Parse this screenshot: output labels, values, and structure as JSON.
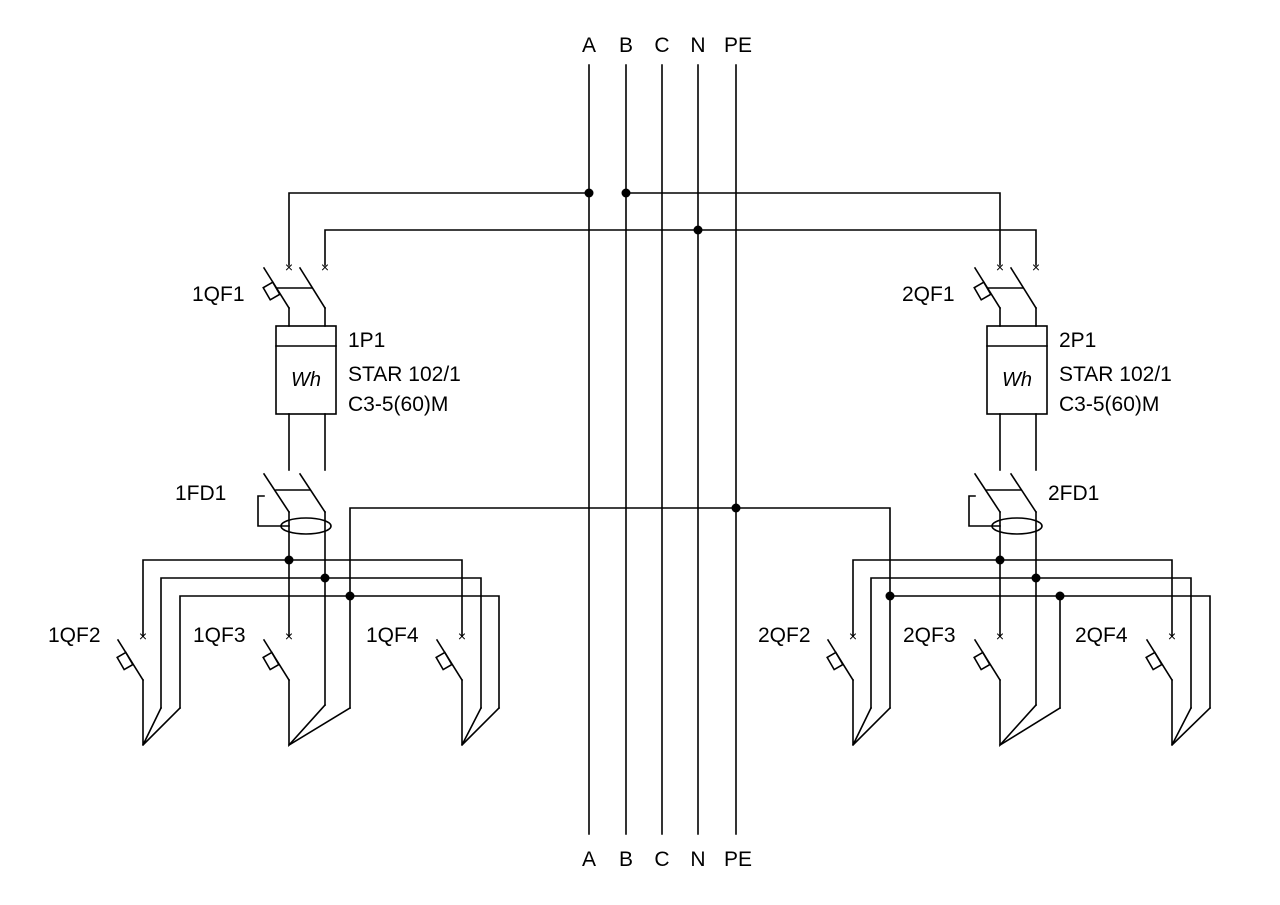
{
  "bus": {
    "top": [
      "A",
      "B",
      "C",
      "N",
      "PE"
    ],
    "bottom": [
      "A",
      "B",
      "C",
      "N",
      "PE"
    ]
  },
  "left": {
    "main_breaker": "1QF1",
    "meter": {
      "id": "1P1",
      "model": "STAR 102/1",
      "spec": "C3-5(60)M",
      "symbol": "Wh"
    },
    "rcd": "1FD1",
    "branches": [
      "1QF2",
      "1QF3",
      "1QF4"
    ]
  },
  "right": {
    "main_breaker": "2QF1",
    "meter": {
      "id": "2P1",
      "model": "STAR 102/1",
      "spec": "C3-5(60)M",
      "symbol": "Wh"
    },
    "rcd": "2FD1",
    "branches": [
      "2QF2",
      "2QF3",
      "2QF4"
    ]
  },
  "breaker_mark": "×"
}
